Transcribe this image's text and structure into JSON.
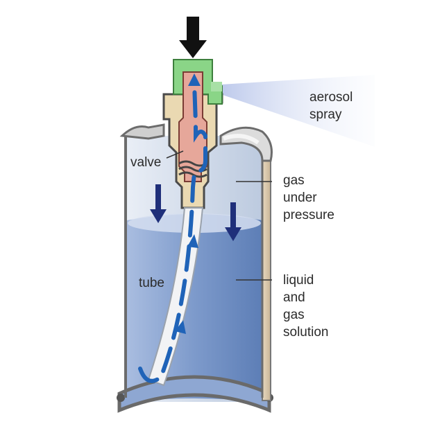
{
  "labels": {
    "aerosol_line1": "aerosol",
    "aerosol_line2": "spray",
    "valve": "valve",
    "gas_line1": "gas",
    "gas_line2": "under",
    "gas_line3": "pressure",
    "tube": "tube",
    "liquid_line1": "liquid",
    "liquid_line2": "and",
    "liquid_line3": "gas",
    "liquid_line4": "solution"
  },
  "colors": {
    "can_wall": "#7a7a7a",
    "gas_fill": "#cfd8e8",
    "liquid_fill": "#6f8fc0",
    "nozzle": "#7ed07a",
    "valve_housing": "#e8d7b0",
    "valve_core": "#e3a59a",
    "flow_arrow": "#1f63b8",
    "pressure_arrow": "#1f2f7a",
    "press_arrow": "#111111",
    "spray": "#dfe6f5"
  },
  "icons": [
    "press-down-arrow",
    "pressure-arrow",
    "flow-arrow"
  ]
}
